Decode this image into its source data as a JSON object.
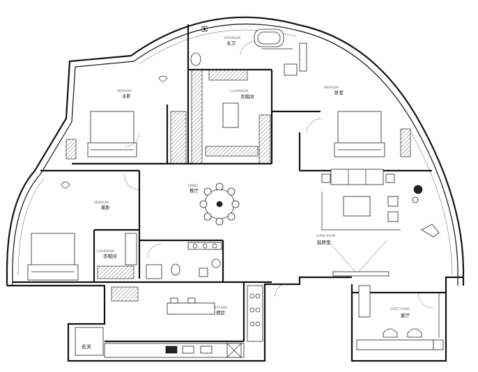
{
  "rooms": {
    "master_bedroom": {
      "code": "BEDROOM",
      "name": "主卧"
    },
    "cloakroom": {
      "code": "CLOAKROOM",
      "name": "衣帽间"
    },
    "bedroom_east": {
      "code": "BEDROOM",
      "name": "卧室"
    },
    "bedroom_west": {
      "code": "BEDROOM",
      "name": "客卧"
    },
    "cloak_small": {
      "code": "CLOAKROOM",
      "name": "衣帽间"
    },
    "dining": {
      "code": "DINING",
      "name": "餐厅"
    },
    "living": {
      "code": "LIVING ROOM",
      "name": "起居室"
    },
    "kitchen": {
      "code": "KITCHEN",
      "name": "厨房"
    },
    "guest": {
      "code": "GUEST ROOM",
      "name": "客厅"
    },
    "bath": {
      "code": "BATHROOM",
      "name": "主卫"
    },
    "entry_label": {
      "name": "玄关"
    }
  }
}
